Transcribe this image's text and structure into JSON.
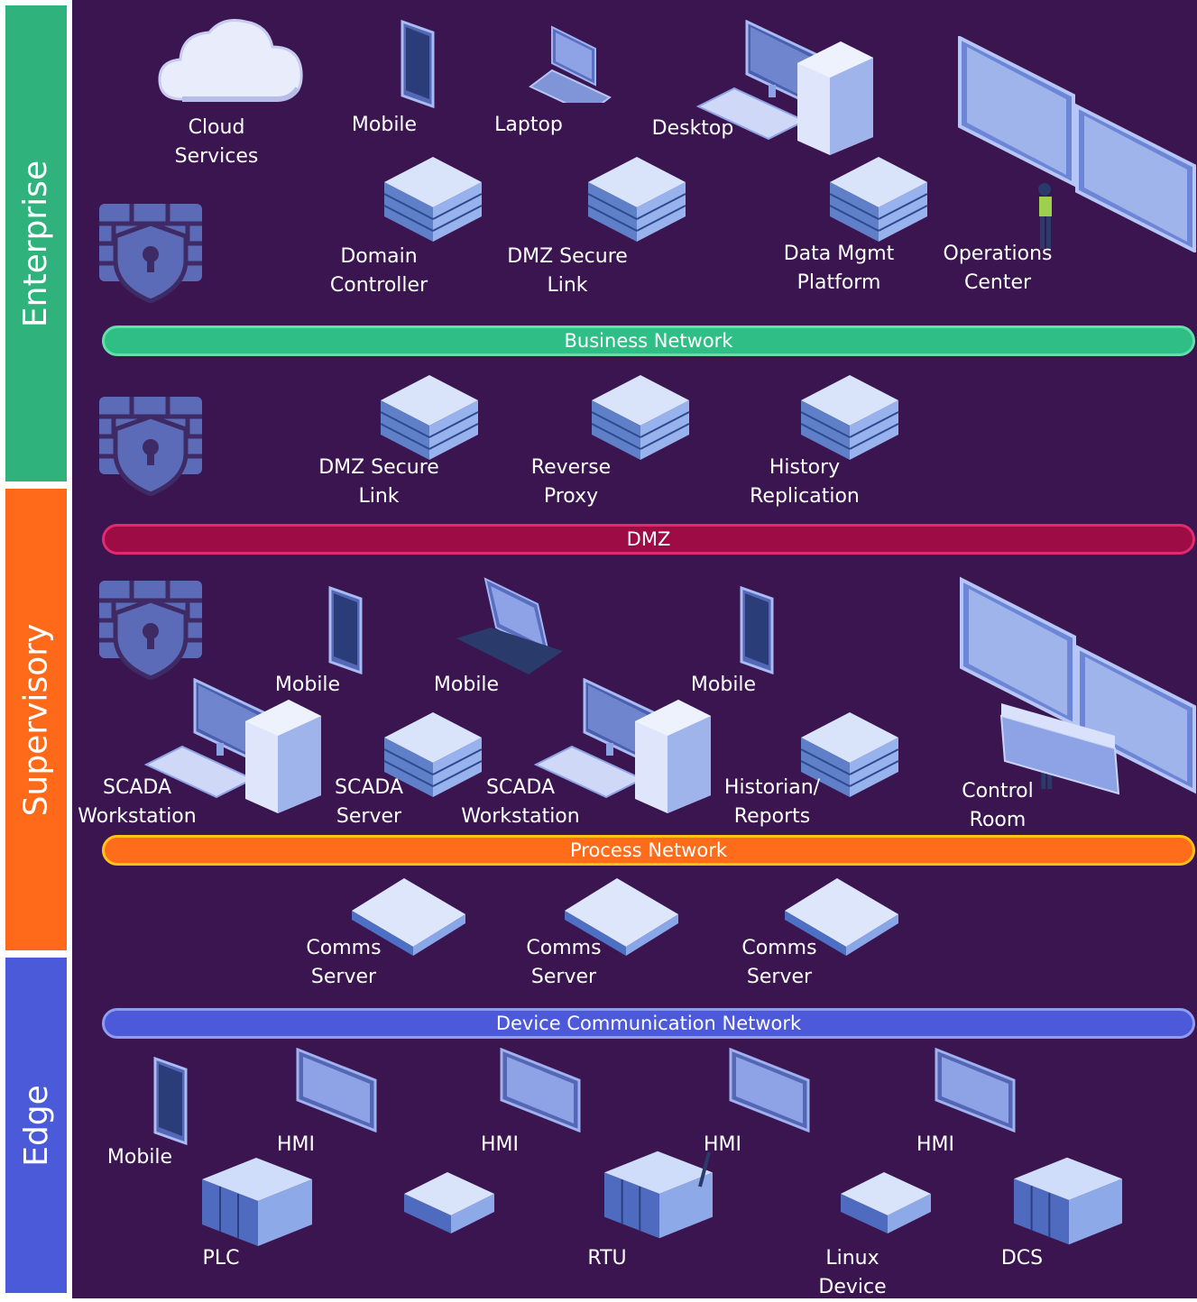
{
  "tiers": [
    {
      "name": "Enterprise",
      "color": "#2fb27b"
    },
    {
      "name": "Supervisory",
      "color": "#ff6a1a"
    },
    {
      "name": "Edge",
      "color": "#4a5ad8"
    }
  ],
  "networks": [
    {
      "name": "Business Network",
      "color": "#2fbf86",
      "border": "#63e0a8"
    },
    {
      "name": "DMZ",
      "color": "#9d0c45",
      "border": "#e22b6e"
    },
    {
      "name": "Process Network",
      "color": "#ff6d1b",
      "border": "#ffc21a"
    },
    {
      "name": "Device Communication Network",
      "color": "#4c59d9",
      "border": "#8f9cf2"
    }
  ],
  "labels": {
    "cloud": "Cloud\nServices",
    "ent_mobile": "Mobile",
    "laptop": "Laptop",
    "desktop": "Desktop",
    "domain_controller": "Domain\nController",
    "ent_dmz_link": "DMZ Secure\nLink",
    "data_mgmt": "Data Mgmt\nPlatform",
    "ops_center": "Operations\nCenter",
    "dmz_link": "DMZ Secure\nLink",
    "reverse_proxy": "Reverse\nProxy",
    "history_rep": "History\nReplication",
    "sup_mobile_1": "Mobile",
    "sup_mobile_2": "Mobile",
    "sup_mobile_3": "Mobile",
    "scada_ws_1": "SCADA\nWorkstation",
    "scada_server": "SCADA\nServer",
    "scada_ws_2": "SCADA\nWorkstation",
    "historian": "Historian/\nReports",
    "control_room": "Control\nRoom",
    "comms_1": "Comms\nServer",
    "comms_2": "Comms\nServer",
    "comms_3": "Comms\nServer",
    "edge_mobile": "Mobile",
    "hmi_1": "HMI",
    "hmi_2": "HMI",
    "hmi_3": "HMI",
    "hmi_4": "HMI",
    "plc": "PLC",
    "rtu": "RTU",
    "linux": "Linux\nDevice",
    "dcs": "DCS"
  }
}
